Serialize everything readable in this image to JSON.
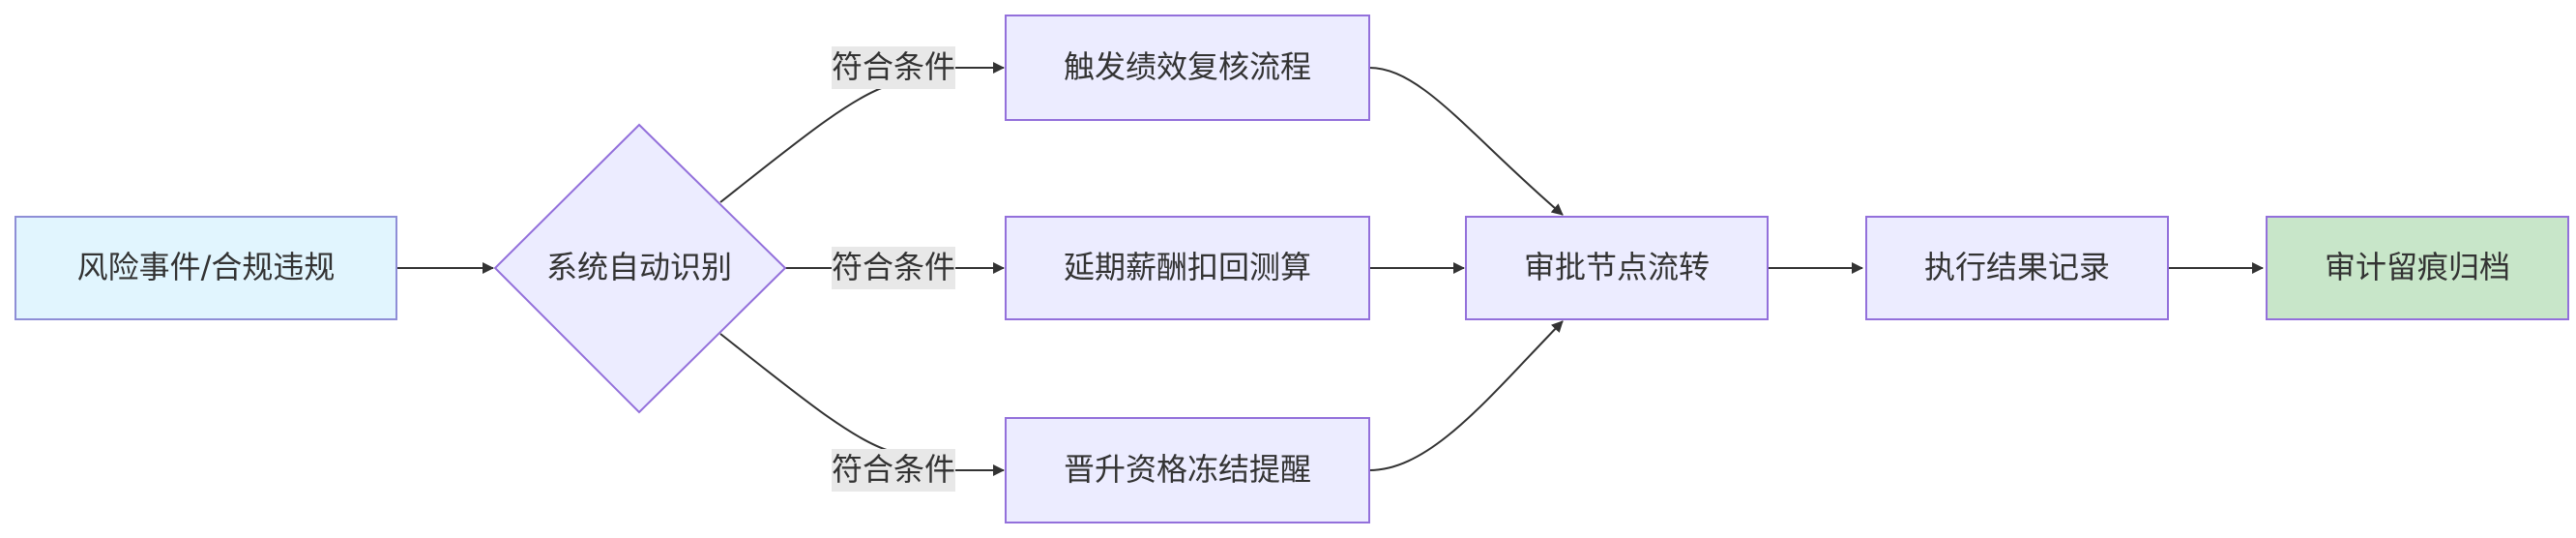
{
  "nodes": {
    "start": {
      "label": "风险事件/合规违规",
      "fill": "#e1f5fe",
      "stroke": "#8e8ed6"
    },
    "decision": {
      "label": "系统自动识别",
      "fill": "#ececff",
      "stroke": "#9370db"
    },
    "branch_top": {
      "label": "触发绩效复核流程",
      "fill": "#ececff",
      "stroke": "#9370db"
    },
    "branch_mid": {
      "label": "延期薪酬扣回测算",
      "fill": "#ececff",
      "stroke": "#9370db"
    },
    "branch_bottom": {
      "label": "晋升资格冻结提醒",
      "fill": "#ececff",
      "stroke": "#9370db"
    },
    "approval": {
      "label": "审批节点流转",
      "fill": "#ececff",
      "stroke": "#9370db"
    },
    "record": {
      "label": "执行结果记录",
      "fill": "#ececff",
      "stroke": "#9370db"
    },
    "archive": {
      "label": "审计留痕归档",
      "fill": "#c8e6c9",
      "stroke": "#9370db"
    }
  },
  "edge_labels": {
    "top": "符合条件",
    "mid": "符合条件",
    "bottom": "符合条件"
  },
  "colors": {
    "edge": "#333333",
    "label_bg": "#e8e8e8"
  }
}
